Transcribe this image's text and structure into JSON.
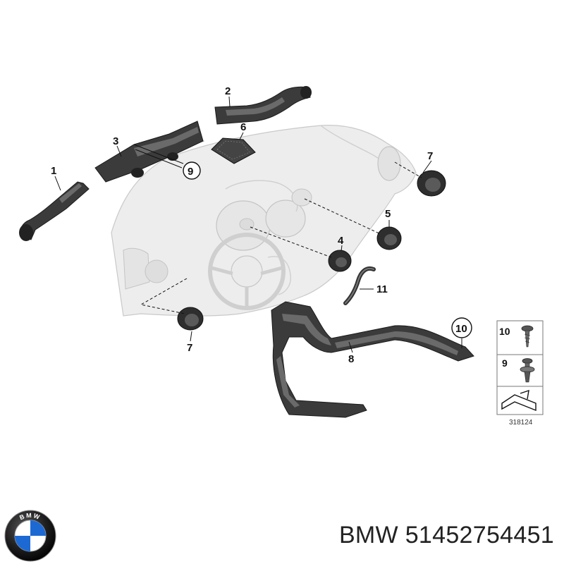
{
  "callouts": {
    "c1": "1",
    "c2": "2",
    "c3": "3",
    "c4": "4",
    "c5": "5",
    "c6": "6",
    "c7a": "7",
    "c7b": "7",
    "c8": "8",
    "c9": "9",
    "c10": "10",
    "c11": "11"
  },
  "legend": {
    "item10": "10",
    "item9": "9",
    "code": "318124"
  },
  "logo_text": "BMW",
  "footer": {
    "brand": "BMW",
    "part_number": "51452754451"
  },
  "colors": {
    "dash": "#ededed",
    "duct": "#3b3b3b",
    "logo_blue": "#1c69d4"
  }
}
